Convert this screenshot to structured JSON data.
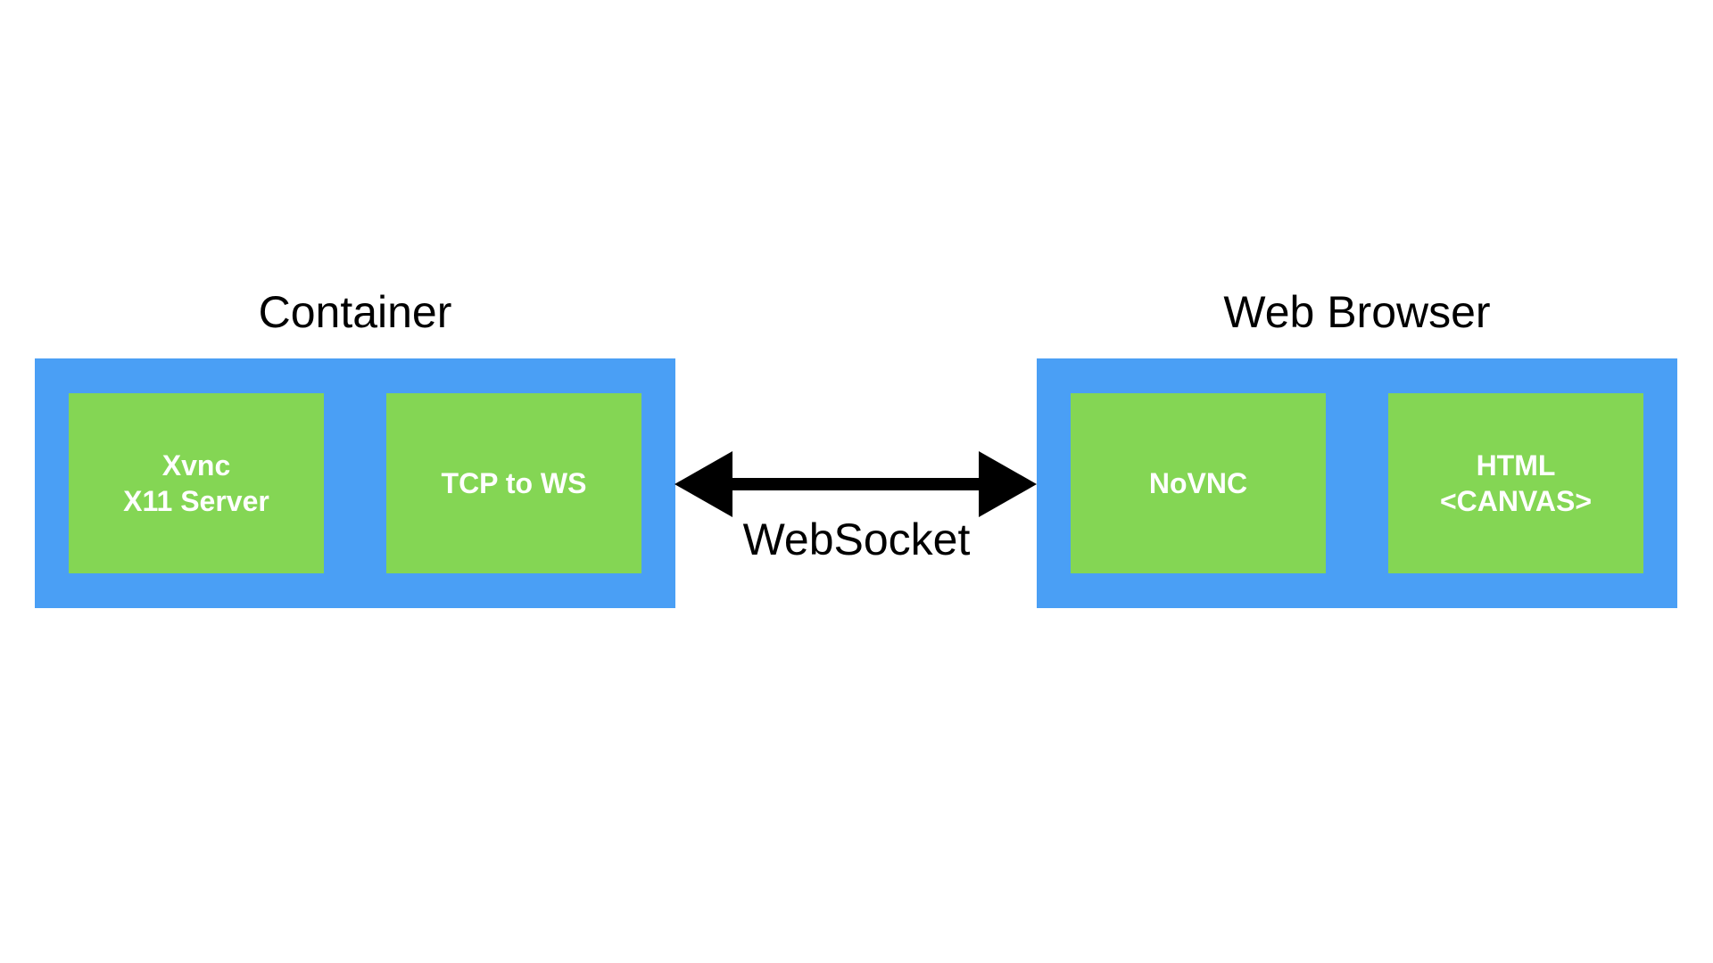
{
  "colors": {
    "group_fill": "#4a9ff5",
    "component_fill": "#84d654",
    "component_text": "#ffffff",
    "arrow": "#000000",
    "background": "#ffffff"
  },
  "groups": [
    {
      "title": "Container",
      "components": [
        {
          "lines": [
            "Xvnc",
            "X11 Server"
          ]
        },
        {
          "lines": [
            "TCP to WS"
          ]
        }
      ]
    },
    {
      "title": "Web Browser",
      "components": [
        {
          "lines": [
            "NoVNC"
          ]
        },
        {
          "lines": [
            "HTML",
            "<CANVAS>"
          ]
        }
      ]
    }
  ],
  "connector": {
    "label": "WebSocket",
    "direction": "bidirectional"
  }
}
